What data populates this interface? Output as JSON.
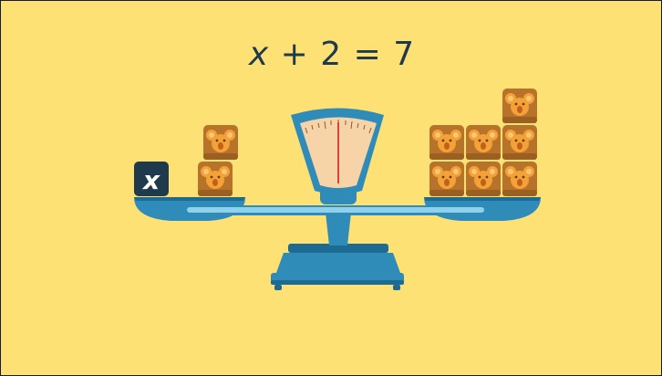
{
  "equation": {
    "variable": "x",
    "rest": " + 2 = 7"
  },
  "left_pan": {
    "x_tile_label": "x",
    "koala_block_count": 2
  },
  "right_pan": {
    "koala_block_count": 7
  },
  "icons": [
    "x-variable-tile",
    "koala-block-icon",
    "weighing-scale"
  ],
  "colors": {
    "background": "#fde175",
    "scale_blue": "#2f8bb8",
    "scale_dark": "#1d6a93",
    "dial_face": "#f7d3a8",
    "needle": "#e0413a",
    "koala_block": "#b8732b",
    "koala_face": "#f4a237",
    "x_tile": "#1f3a4d"
  }
}
